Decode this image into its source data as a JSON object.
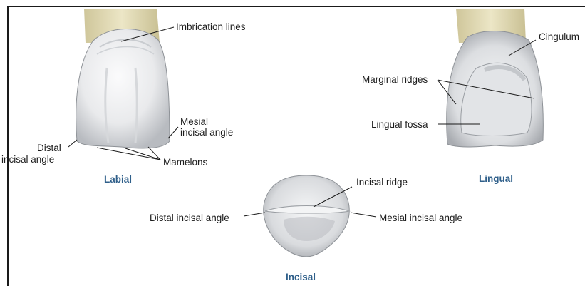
{
  "views": {
    "labial": "Labial",
    "lingual": "Lingual",
    "incisal": "Incisal"
  },
  "labels": {
    "imbrication_lines": "Imbrication lines",
    "mesial_incisal_angle_line1": "Mesial",
    "mesial_incisal_angle_line2": "incisal angle",
    "distal_incisal_angle_line1": "Distal",
    "distal_incisal_angle_line2": "incisal angle",
    "mamelons": "Mamelons",
    "cingulum": "Cingulum",
    "marginal_ridges": "Marginal ridges",
    "lingual_fossa": "Lingual fossa",
    "incisal_ridge": "Incisal ridge",
    "distal_incisal_angle_incisal": "Distal incisal angle",
    "mesial_incisal_angle_incisal": "Mesial incisal angle"
  },
  "colors": {
    "enamel": "#f1f2f3",
    "enamel_shadow": "#b9bcc1",
    "root": "#e2dcb8",
    "leader": "#1a1a1a",
    "view_label": "#2f5f8a"
  }
}
